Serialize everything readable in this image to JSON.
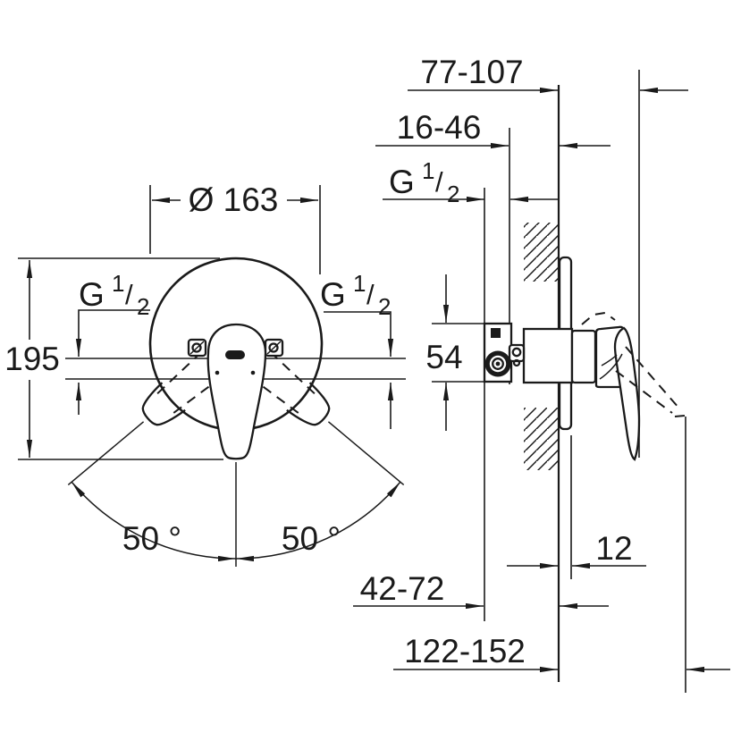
{
  "colors": {
    "ink": "#1a1a1a",
    "background": "#ffffff"
  },
  "front_view": {
    "diameter_label": "Ø 163",
    "height_label": "195",
    "swing_angle_left": "50 °",
    "swing_angle_right": "50 °"
  },
  "side_view": {
    "wall_to_lever_range": "77-107",
    "concealed_depth_range": "16-46",
    "inlet_center_height": "54",
    "escutcheon_thickness": "12",
    "body_to_wall_range": "42-72",
    "overall_depth_range": "122-152"
  },
  "thread_label": {
    "prefix": "G",
    "numerator": "1",
    "slash": "/",
    "denominator": "2"
  }
}
